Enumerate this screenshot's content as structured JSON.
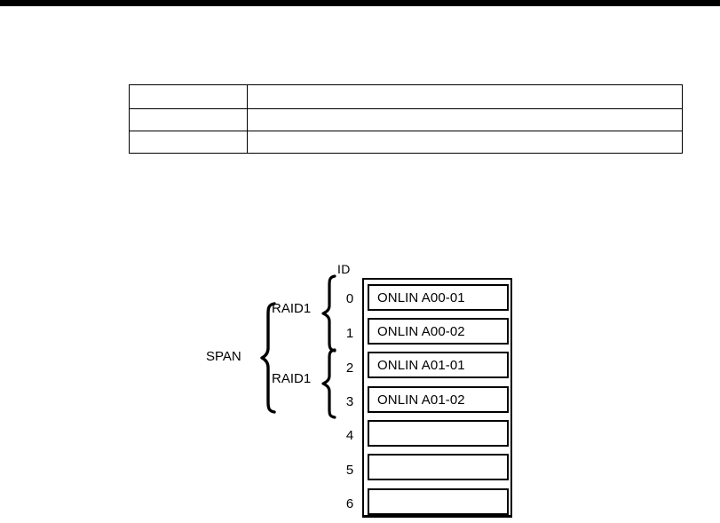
{
  "page": {
    "background_color": "#ffffff",
    "rule_color": "#000000"
  },
  "spec_table": {
    "name": "specification-table",
    "columns": [
      "",
      ""
    ],
    "rows": [
      {
        "label": "",
        "value": ""
      },
      {
        "label": "",
        "value": ""
      },
      {
        "label": "",
        "value": ""
      }
    ]
  },
  "diagram": {
    "name": "raid-span-diagram",
    "id_column_header": "ID",
    "span_group": {
      "label": "SPAN",
      "covers_ids": [
        0,
        1,
        2,
        3
      ]
    },
    "raid_groups": [
      {
        "label": "RAID1",
        "covers_ids": [
          0,
          1
        ]
      },
      {
        "label": "RAID1",
        "covers_ids": [
          2,
          3
        ]
      }
    ],
    "drive_bays": [
      {
        "id": "0",
        "label": "ONLIN A00-01",
        "occupied": true
      },
      {
        "id": "1",
        "label": "ONLIN A00-02",
        "occupied": true
      },
      {
        "id": "2",
        "label": "ONLIN A01-01",
        "occupied": true
      },
      {
        "id": "3",
        "label": "ONLIN A01-02",
        "occupied": true
      },
      {
        "id": "4",
        "label": "",
        "occupied": false
      },
      {
        "id": "5",
        "label": "",
        "occupied": false
      },
      {
        "id": "6",
        "label": "",
        "occupied": false
      }
    ]
  }
}
